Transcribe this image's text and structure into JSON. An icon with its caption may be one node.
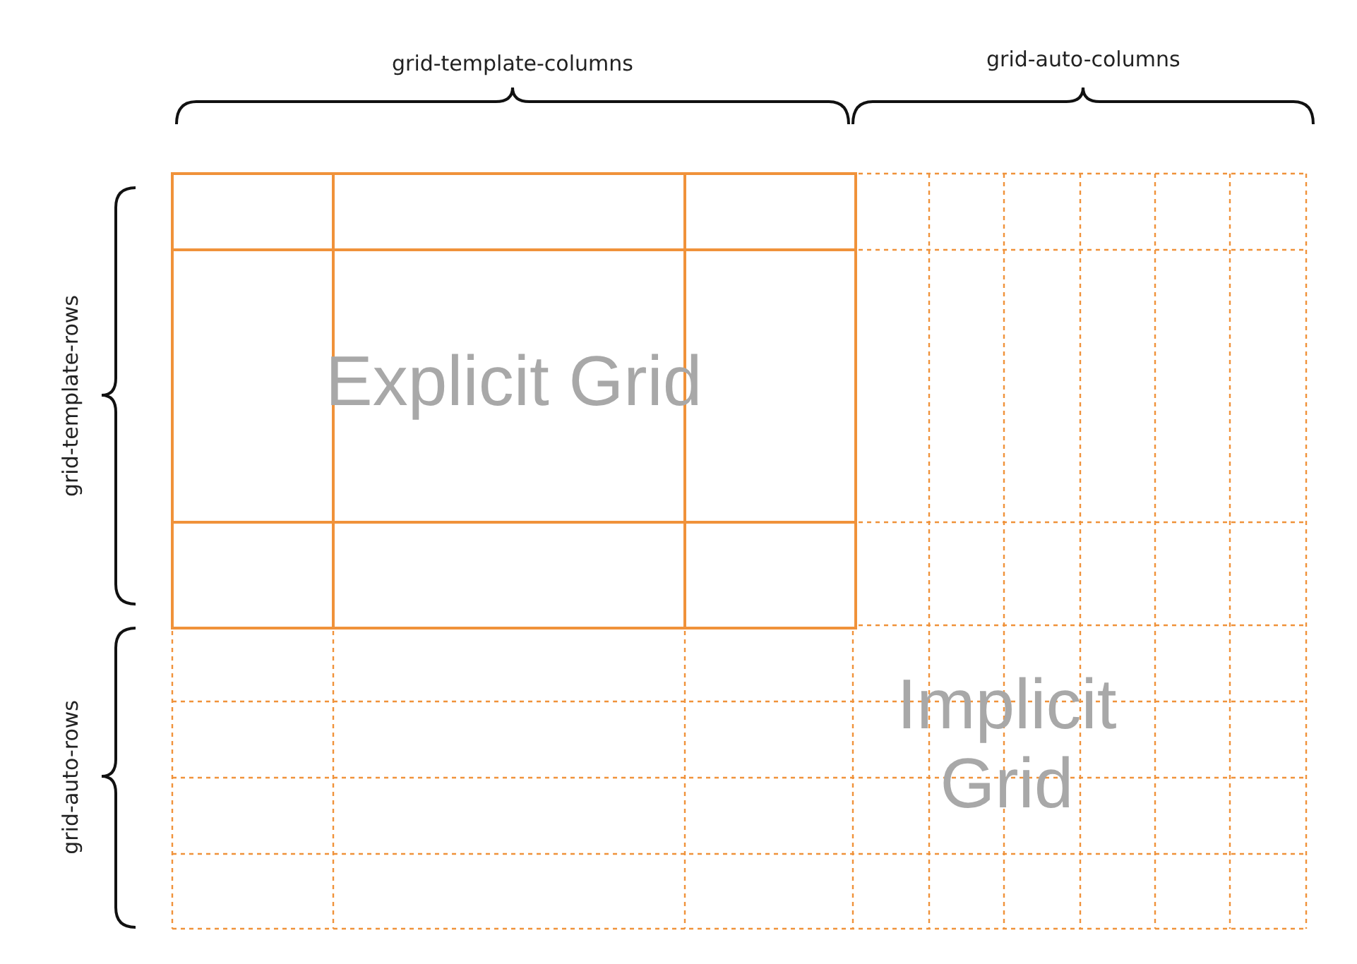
{
  "diagram": {
    "nodes": [
      {
        "text": [
          "Explicit Grid"
        ]
      }
    ],
    "labels": [
      "grid-template-columns",
      "grid-auto-columns",
      "grid-template-rows",
      "grid-auto-rows",
      "Implicit Grid"
    ]
  }
}
